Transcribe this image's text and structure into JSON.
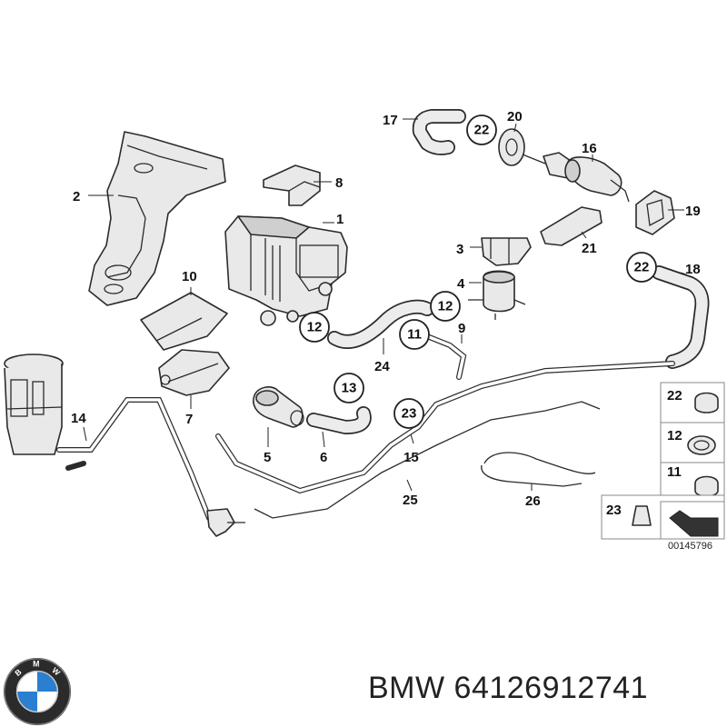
{
  "diagram": {
    "labels": {
      "l1": "1",
      "l2": "2",
      "l3": "3",
      "l4": "4",
      "l5": "5",
      "l6": "6",
      "l7": "7",
      "l8": "8",
      "l9": "9",
      "l10": "10",
      "l14": "14",
      "l15": "15",
      "l16": "16",
      "l17": "17",
      "l18": "18",
      "l19": "19",
      "l20": "20",
      "l21": "21",
      "l24": "24",
      "l25": "25",
      "l26": "26"
    },
    "circled": {
      "c22a": "22",
      "c12a": "12",
      "c12b": "12",
      "c11": "11",
      "c13": "13",
      "c23": "23",
      "c22b": "22"
    },
    "legend": {
      "k22": "22",
      "k12": "12",
      "k11": "11",
      "k23": "23",
      "ref_code": "00145796"
    }
  },
  "footer": {
    "brand": "BMW",
    "part_number": "64126912741",
    "logo_letters": "BMW"
  }
}
